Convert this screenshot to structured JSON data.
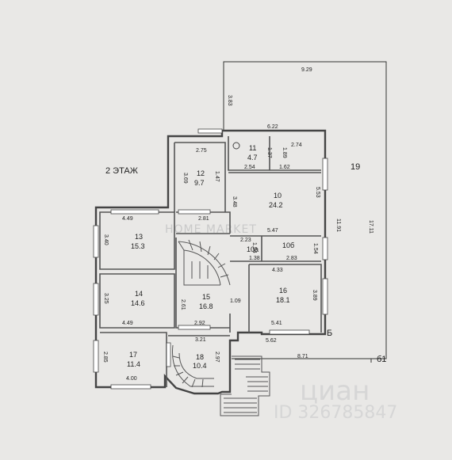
{
  "floor_title": "2 ЭТАЖ",
  "watermarks": {
    "brand": "HOME MARKET",
    "site": "циан",
    "listing_id": "ID 326785847"
  },
  "outer_dimensions": [
    "9.29",
    "3.83",
    "6.22",
    "17.11",
    "8.71",
    "11.91",
    "5.62",
    "Б",
    "б1"
  ],
  "terrace_label": "19",
  "rooms": [
    {
      "num": "11",
      "area": "4.7"
    },
    {
      "num": "12",
      "area": "9.7"
    },
    {
      "num": "10",
      "area": "24.2"
    },
    {
      "num": "10а",
      "area": ""
    },
    {
      "num": "10б",
      "area": ""
    },
    {
      "num": "13",
      "area": "15.3"
    },
    {
      "num": "14",
      "area": "14.6"
    },
    {
      "num": "15",
      "area": "16.8"
    },
    {
      "num": "16",
      "area": "18.1"
    },
    {
      "num": "17",
      "area": "11.4"
    },
    {
      "num": "18",
      "area": "10.4"
    }
  ],
  "inner_dimensions": [
    "2.75",
    "3.69",
    "1.47",
    "1.37",
    "1.89",
    "2.74",
    "2.54",
    "1.62",
    "3.48",
    "5.53",
    "2.81",
    "4.49",
    "3.40",
    "2.23",
    "5.47",
    "1.54",
    "1.38",
    "2.83",
    "1.54",
    "4.33",
    "3.89",
    "3.25",
    "2.61",
    "1.09",
    "4.49",
    "2.92",
    "5.41",
    "3.21",
    "2.85",
    "2.97",
    "4.00"
  ]
}
